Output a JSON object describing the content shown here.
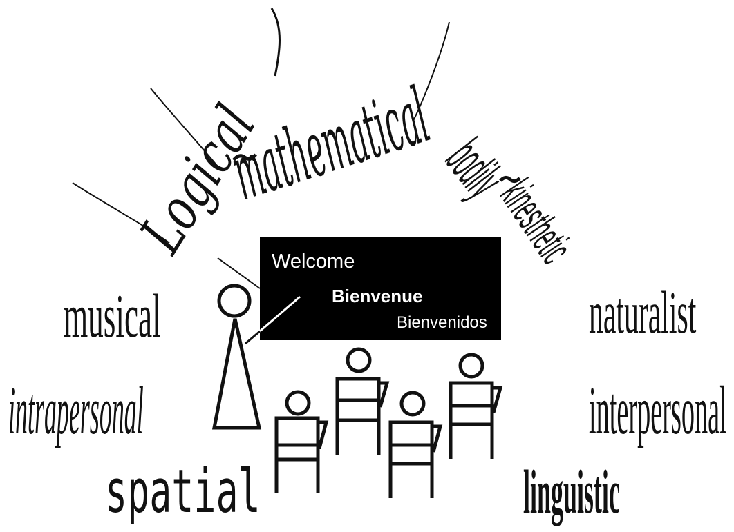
{
  "colors": {
    "ink": "#111111",
    "board": "#000000",
    "board_text": "#ffffff",
    "background": "#ffffff"
  },
  "intelligences": {
    "logical": "Logical",
    "mathematical": "mathematical",
    "bodily": "bodily",
    "kinesthetic": "kinesthetic",
    "musical": "musical",
    "intrapersonal": "intrapersonal",
    "spatial": "spatial",
    "naturalist": "naturalist",
    "interpersonal": "interpersonal",
    "linguistic": "linguistic"
  },
  "blackboard": {
    "line1": "Welcome",
    "line2": "Bienvenue",
    "line3": "Bienvenidos"
  }
}
